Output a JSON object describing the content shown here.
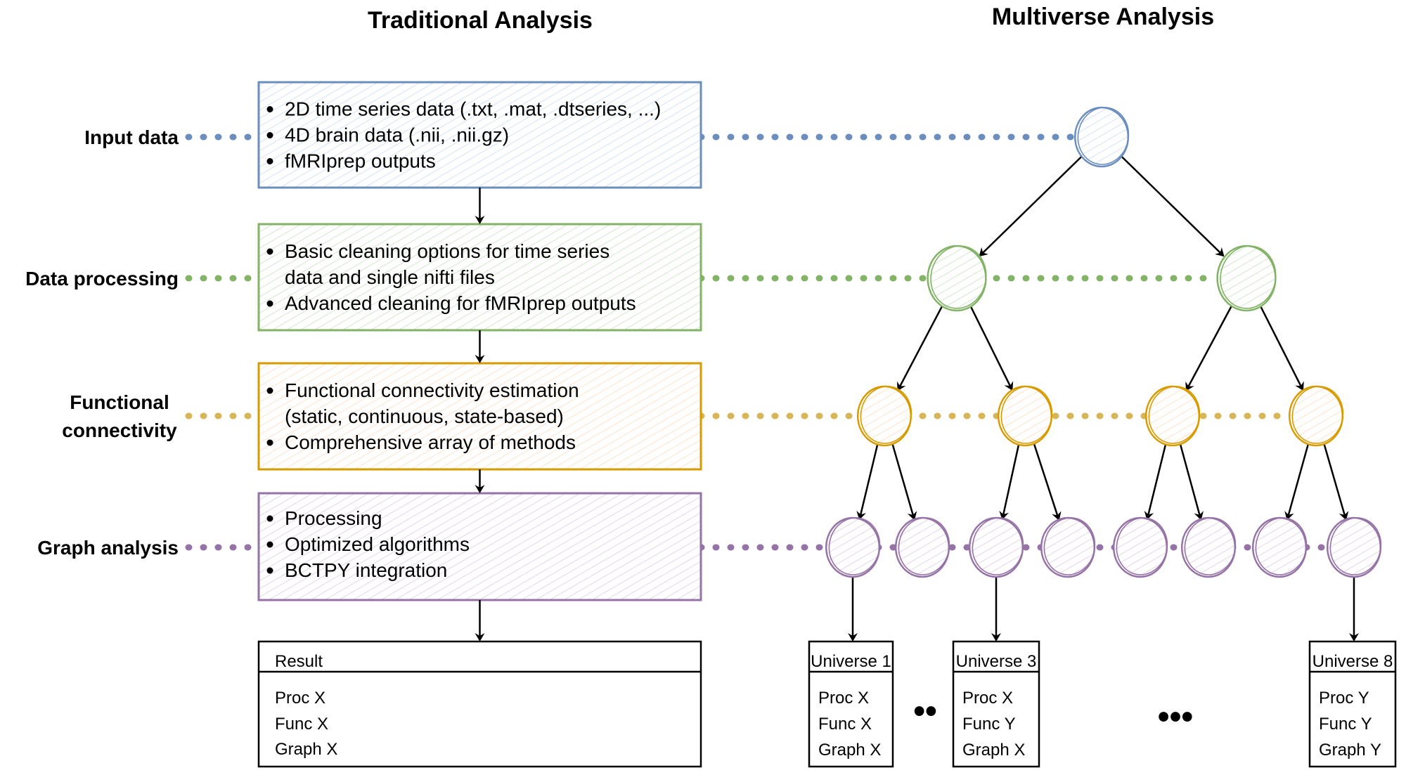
{
  "titles": {
    "traditional": "Traditional Analysis",
    "multiverse": "Multiverse Analysis"
  },
  "colors": {
    "input": "#6c8ebf",
    "input_fill": "#dae8fc",
    "processing": "#82b366",
    "processing_fill": "#d5e8d4",
    "connectivity": "#d79b00",
    "connectivity_dots": "#d6b656",
    "connectivity_fill": "#ffe6cc",
    "graph": "#9673a6",
    "graph_fill": "#e1d5e7"
  },
  "rows": [
    {
      "id": "input",
      "label_lines": [
        "Input data"
      ],
      "bullets": [
        [
          "2D time series data (.txt, .mat, .dtseries, ...)"
        ],
        [
          "4D brain data (.nii, .nii.gz)"
        ],
        [
          "fMRIprep outputs"
        ]
      ]
    },
    {
      "id": "processing",
      "label_lines": [
        "Data processing"
      ],
      "bullets": [
        [
          "Basic cleaning options for time series",
          "data and single nifti files"
        ],
        [
          "Advanced cleaning for fMRIprep outputs"
        ]
      ]
    },
    {
      "id": "connectivity",
      "label_lines": [
        "Functional",
        "connectivity"
      ],
      "bullets": [
        [
          "Functional connectivity estimation",
          "(static, continuous, state-based)"
        ],
        [
          "Comprehensive array of methods"
        ]
      ]
    },
    {
      "id": "graph",
      "label_lines": [
        "Graph analysis"
      ],
      "bullets": [
        [
          "Processing"
        ],
        [
          "Optimized algorithms"
        ],
        [
          "BCTPY integration"
        ]
      ]
    }
  ],
  "result": {
    "header": "Result",
    "items": [
      "Proc X",
      "Func X",
      "Graph X"
    ]
  },
  "tree": {
    "levels": [
      1,
      2,
      4,
      8
    ]
  },
  "universes": [
    {
      "header": "Universe 1",
      "items": [
        "Proc X",
        "Func X",
        "Graph X"
      ]
    },
    {
      "header": "Universe 3",
      "items": [
        "Proc X",
        "Func Y",
        "Graph X"
      ]
    },
    {
      "header": "Universe 8",
      "items": [
        "Proc Y",
        "Func Y",
        "Graph Y"
      ]
    }
  ],
  "ellipses": {
    "short": "••",
    "long": "•••"
  }
}
